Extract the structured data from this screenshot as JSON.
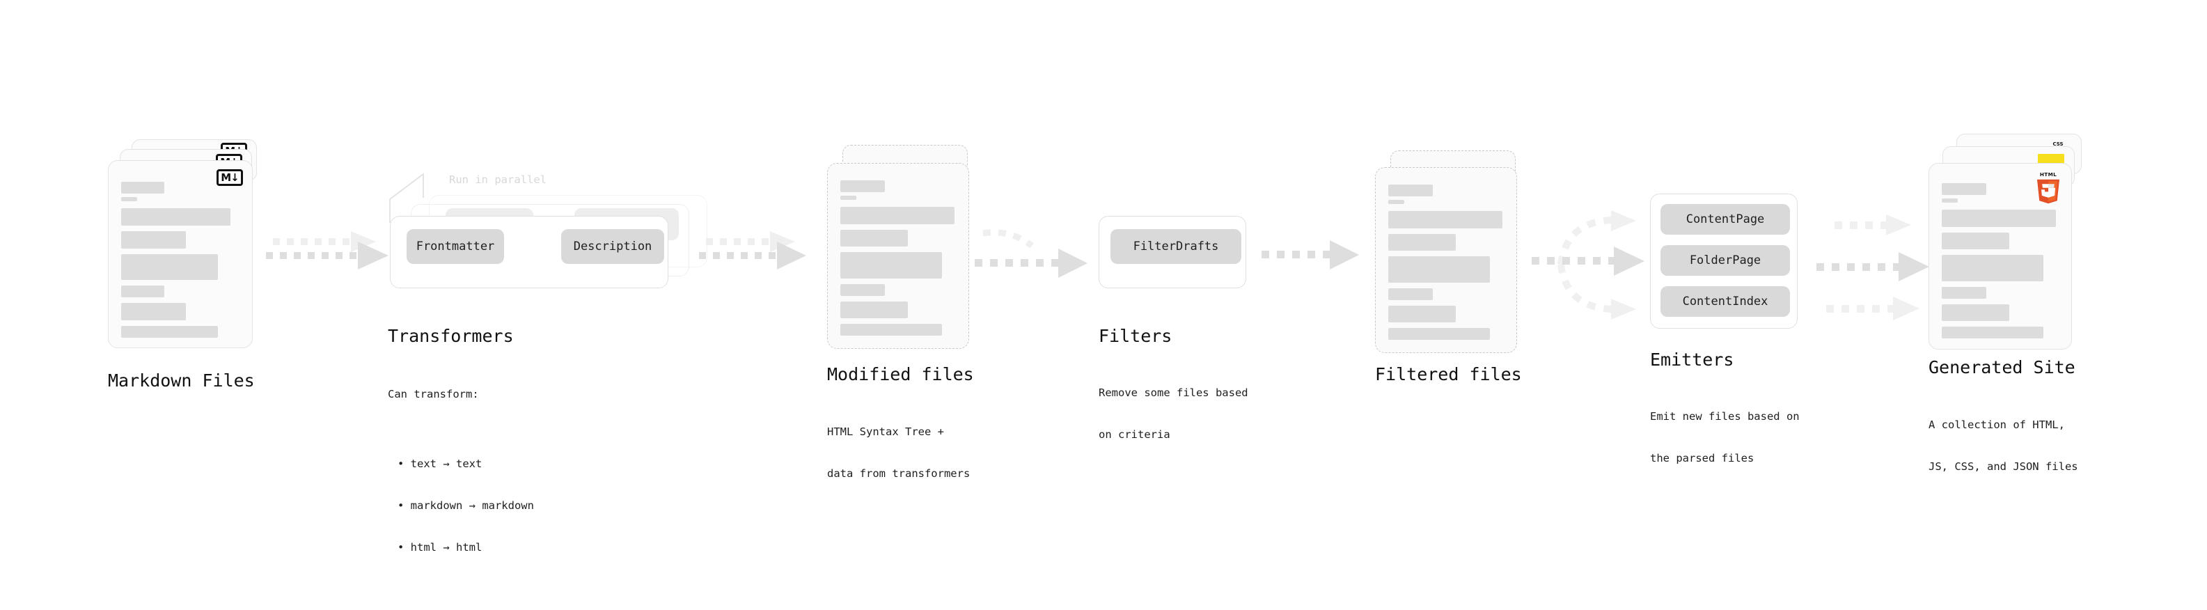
{
  "diagram": {
    "title_present": false,
    "background": "#ffffff",
    "accent_gray": "#d9d9d9",
    "line_gray": "#e0e0e0",
    "text_color": "#111111"
  },
  "stages": {
    "markdown": {
      "title": "Markdown Files",
      "badge": "M↓",
      "badge_icon": "markdown-icon",
      "card_count": 3
    },
    "transformers": {
      "title": "Transformers",
      "parallel_note": "Run in parallel",
      "chips": [
        "Frontmatter",
        "Description"
      ],
      "desc_heading": "Can transform:",
      "bullets": [
        "• text → text",
        "• markdown → markdown",
        "• html → html"
      ],
      "card_count": 3
    },
    "modified": {
      "title": "Modified files",
      "desc_line1": "HTML Syntax Tree +",
      "desc_line2": "data from transformers",
      "card_count": 2
    },
    "filters": {
      "title": "Filters",
      "chips": [
        "FilterDrafts"
      ],
      "desc_line1": "Remove some files based",
      "desc_line2": "on criteria"
    },
    "filtered": {
      "title": "Filtered files",
      "card_count": 2
    },
    "emitters": {
      "title": "Emitters",
      "chips": [
        "ContentPage",
        "FolderPage",
        "ContentIndex"
      ],
      "desc_line1": "Emit new files based on",
      "desc_line2": "the parsed files"
    },
    "generated": {
      "title": "Generated Site",
      "desc_line1": "A collection of HTML,",
      "desc_line2": "JS, CSS, and JSON files",
      "badges": [
        "html5-icon",
        "js-icon",
        "css-icon"
      ],
      "badge_css_label": "CSS",
      "card_count": 3
    }
  },
  "connectors": {
    "style": "dotted-arrow",
    "color": "#dedede",
    "count": 6
  }
}
